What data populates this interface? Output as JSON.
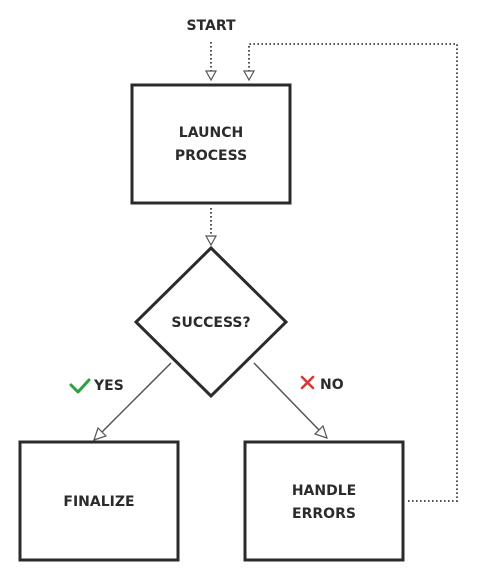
{
  "diagram": {
    "start_label": "START",
    "launch_line1": "LAUNCH",
    "launch_line2": "PROCESS",
    "decision_label": "SUCCESS?",
    "yes_label": "YES",
    "no_label": "NO",
    "finalize_label": "FINALIZE",
    "handle_line1": "HANDLE",
    "handle_line2": "ERRORS"
  },
  "colors": {
    "yes_check": "#2e9e3e",
    "no_cross": "#d43a3a",
    "stroke": "#2b2b2b",
    "connector": "#555555"
  },
  "icons": {
    "yes": "check-icon",
    "no": "cross-icon"
  }
}
